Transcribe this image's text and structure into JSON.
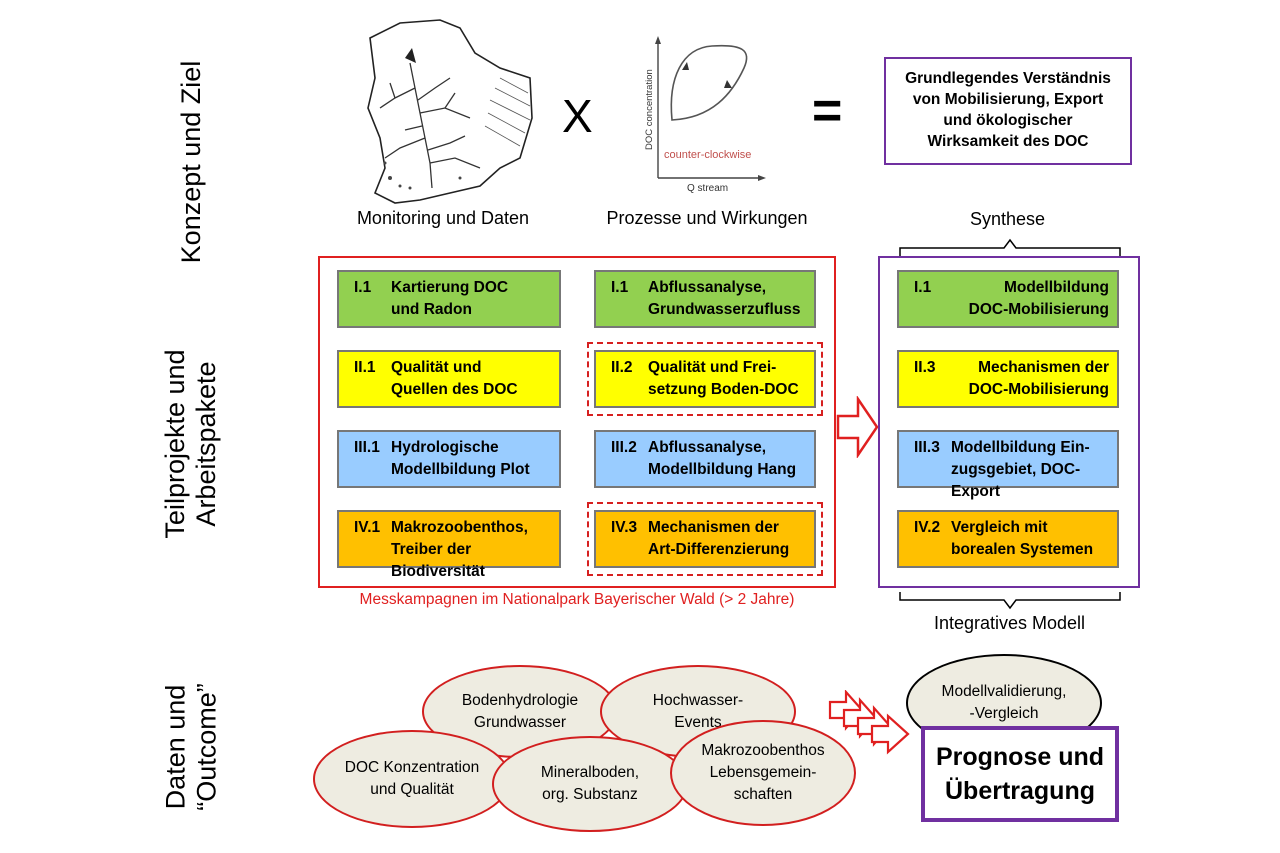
{
  "row_labels": {
    "concept": "Konzept und Ziel",
    "subprojects": "Teilprojekte und\nArbeitspakete",
    "data": "Daten und\n“Outcome”"
  },
  "concept": {
    "monitoring_caption": "Monitoring und Daten",
    "process_caption": "Prozesse und Wirkungen",
    "multiply_symbol": "X",
    "equals_symbol": "=",
    "hysteresis": {
      "y_axis": "DOC concentration",
      "x_axis": "Q stream",
      "label": "counter-clockwise"
    },
    "goal_text": "Grundlegendes Verständnis\nvon Mobilisierung, Export\nund ökologischer\nWirksamkeit des DOC"
  },
  "work_packages": {
    "col1": [
      {
        "id": "I.1",
        "text": "Kartierung DOC\nund Radon"
      },
      {
        "id": "II.1",
        "text": "Qualität und\nQuellen des DOC"
      },
      {
        "id": "III.1",
        "text": "Hydrologische\nModellbildung  Plot"
      },
      {
        "id": "IV.1",
        "text": "Makrozoobenthos,\nTreiber der Biodiversität"
      }
    ],
    "col2": [
      {
        "id": "I.1",
        "text": "Abflussanalyse,\nGrundwasserzufluss"
      },
      {
        "id": "II.2",
        "text": "Qualität und Frei-\nsetzung Boden-DOC"
      },
      {
        "id": "III.2",
        "text": "Abflussanalyse,\nModellbildung  Hang"
      },
      {
        "id": "IV.3",
        "text": "Mechanismen der\nArt-Differenzierung"
      }
    ],
    "col3": [
      {
        "id": "I.1",
        "text": "Modellbildung\nDOC-Mobilisierung"
      },
      {
        "id": "II.3",
        "text": "Mechanismen der\nDOC-Mobilisierung"
      },
      {
        "id": "III.3",
        "text": "Modellbildung  Ein-\nzugsgebiet, DOC-Export"
      },
      {
        "id": "IV.2",
        "text": "Vergleich mit\nborealen Systemen"
      }
    ],
    "campaign_caption": "Messkampagnen im Nationalpark Bayerischer Wald (> 2 Jahre)",
    "synthesis_caption": "Synthese",
    "integrative_caption": "Integratives Modell"
  },
  "outcome": {
    "ellipses": [
      "Bodenhydrologie\nGrundwasser",
      "Hochwasser-\nEvents",
      "DOC Konzentration\nund Qualität",
      "Mineralboden,\norg. Substanz",
      "Makrozoobenthos\nLebensgemein-\nschaften"
    ],
    "validation": "Modellvalidierung,\n-Vergleich",
    "prognosis": "Prognose und\nÜbertragung"
  },
  "colors": {
    "red": "#e02020",
    "purple": "#7030a0",
    "green": "#92d050",
    "yellow": "#ffff00",
    "blue": "#99ccff",
    "orange": "#ffc000",
    "ellipse_fill": "#eeece1"
  }
}
